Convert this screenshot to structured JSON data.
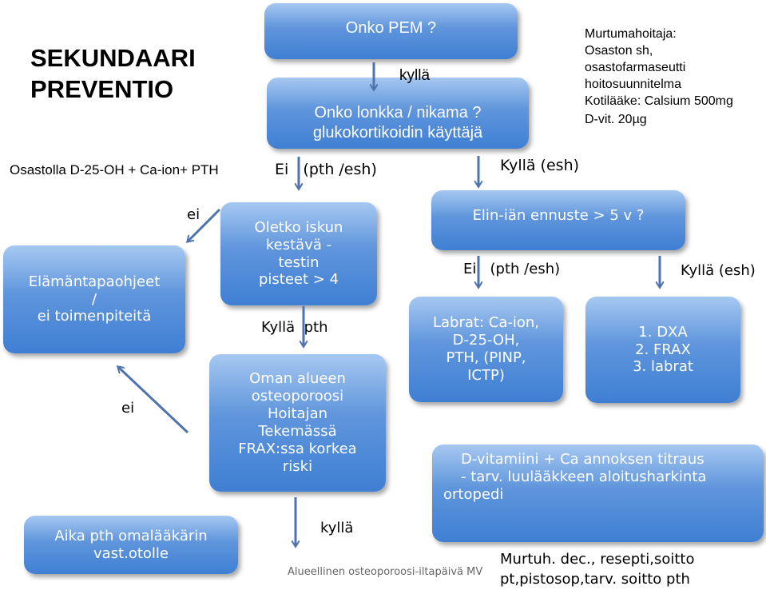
{
  "title": [
    "SEKUNDAARI",
    "PREVENTIO"
  ],
  "boxes": {
    "pem": "Onko PEM ?",
    "lonkka": [
      "Onko lonkka / nikama ?",
      "glukokortikoidin käyttäjä"
    ],
    "elamantapa": [
      "Elämäntapaohjeet",
      "/",
      "ei toimenpiteitä"
    ],
    "iskun": [
      "Oletko iskun",
      "kestävä -",
      "testin",
      "pisteet > 4"
    ],
    "oman": [
      "Oman alueen",
      "osteoporoosi",
      "Hoitajan",
      "Tekemässä",
      "FRAX:ssa korkea",
      "riski"
    ],
    "aika": [
      "Aika pth omalääkärin",
      "vast.otolle"
    ],
    "elinika": "Elin-iän ennuste > 5 v ?",
    "labrat": [
      "Labrat: Ca-ion,",
      "D-25-OH,",
      "PTH, (PINP,",
      "ICTP)"
    ],
    "dxa": [
      "1.  DXA",
      "2. FRAX",
      "3. labrat"
    ],
    "dvit": [
      "D-vitamiini + Ca annoksen titraus",
      "- tarv. luulääkkeen aloitusharkinta",
      "ortopedi"
    ]
  },
  "labels": {
    "kylla_top": "kyllä",
    "murtuma": [
      "Murtumahoitaja:",
      "Osaston sh,",
      "osastofarmaseutti",
      "hoitosuunnitelma",
      "Kotilääke: Calsium 500mg",
      "D-vit. 20µg"
    ],
    "osastolla": "Osastolla D-25-OH + Ca-ion+ PTH",
    "ei_pth": "Ei   (pth /esh)",
    "kylla_esh_top": "Kyllä (esh)",
    "ei_upper": "ei",
    "ei_lower": "ei",
    "kylla_pth": "Kyllä  pth",
    "kylla_bottom": "kyllä",
    "ei_pth_right": "Ei   (pth /esh)",
    "kylla_esh_right": "Kyllä (esh)",
    "footer": "Alueellinen osteoporoosi-iltapäivä MV",
    "murtuh": [
      "Murtuh. dec., resepti,soitto",
      "pt,pistosop,tarv. soitto pth"
    ]
  },
  "colors": {
    "box_top": "#a6c8f1",
    "box_bottom": "#3f7fd3",
    "arrow": "#4e73ad"
  }
}
